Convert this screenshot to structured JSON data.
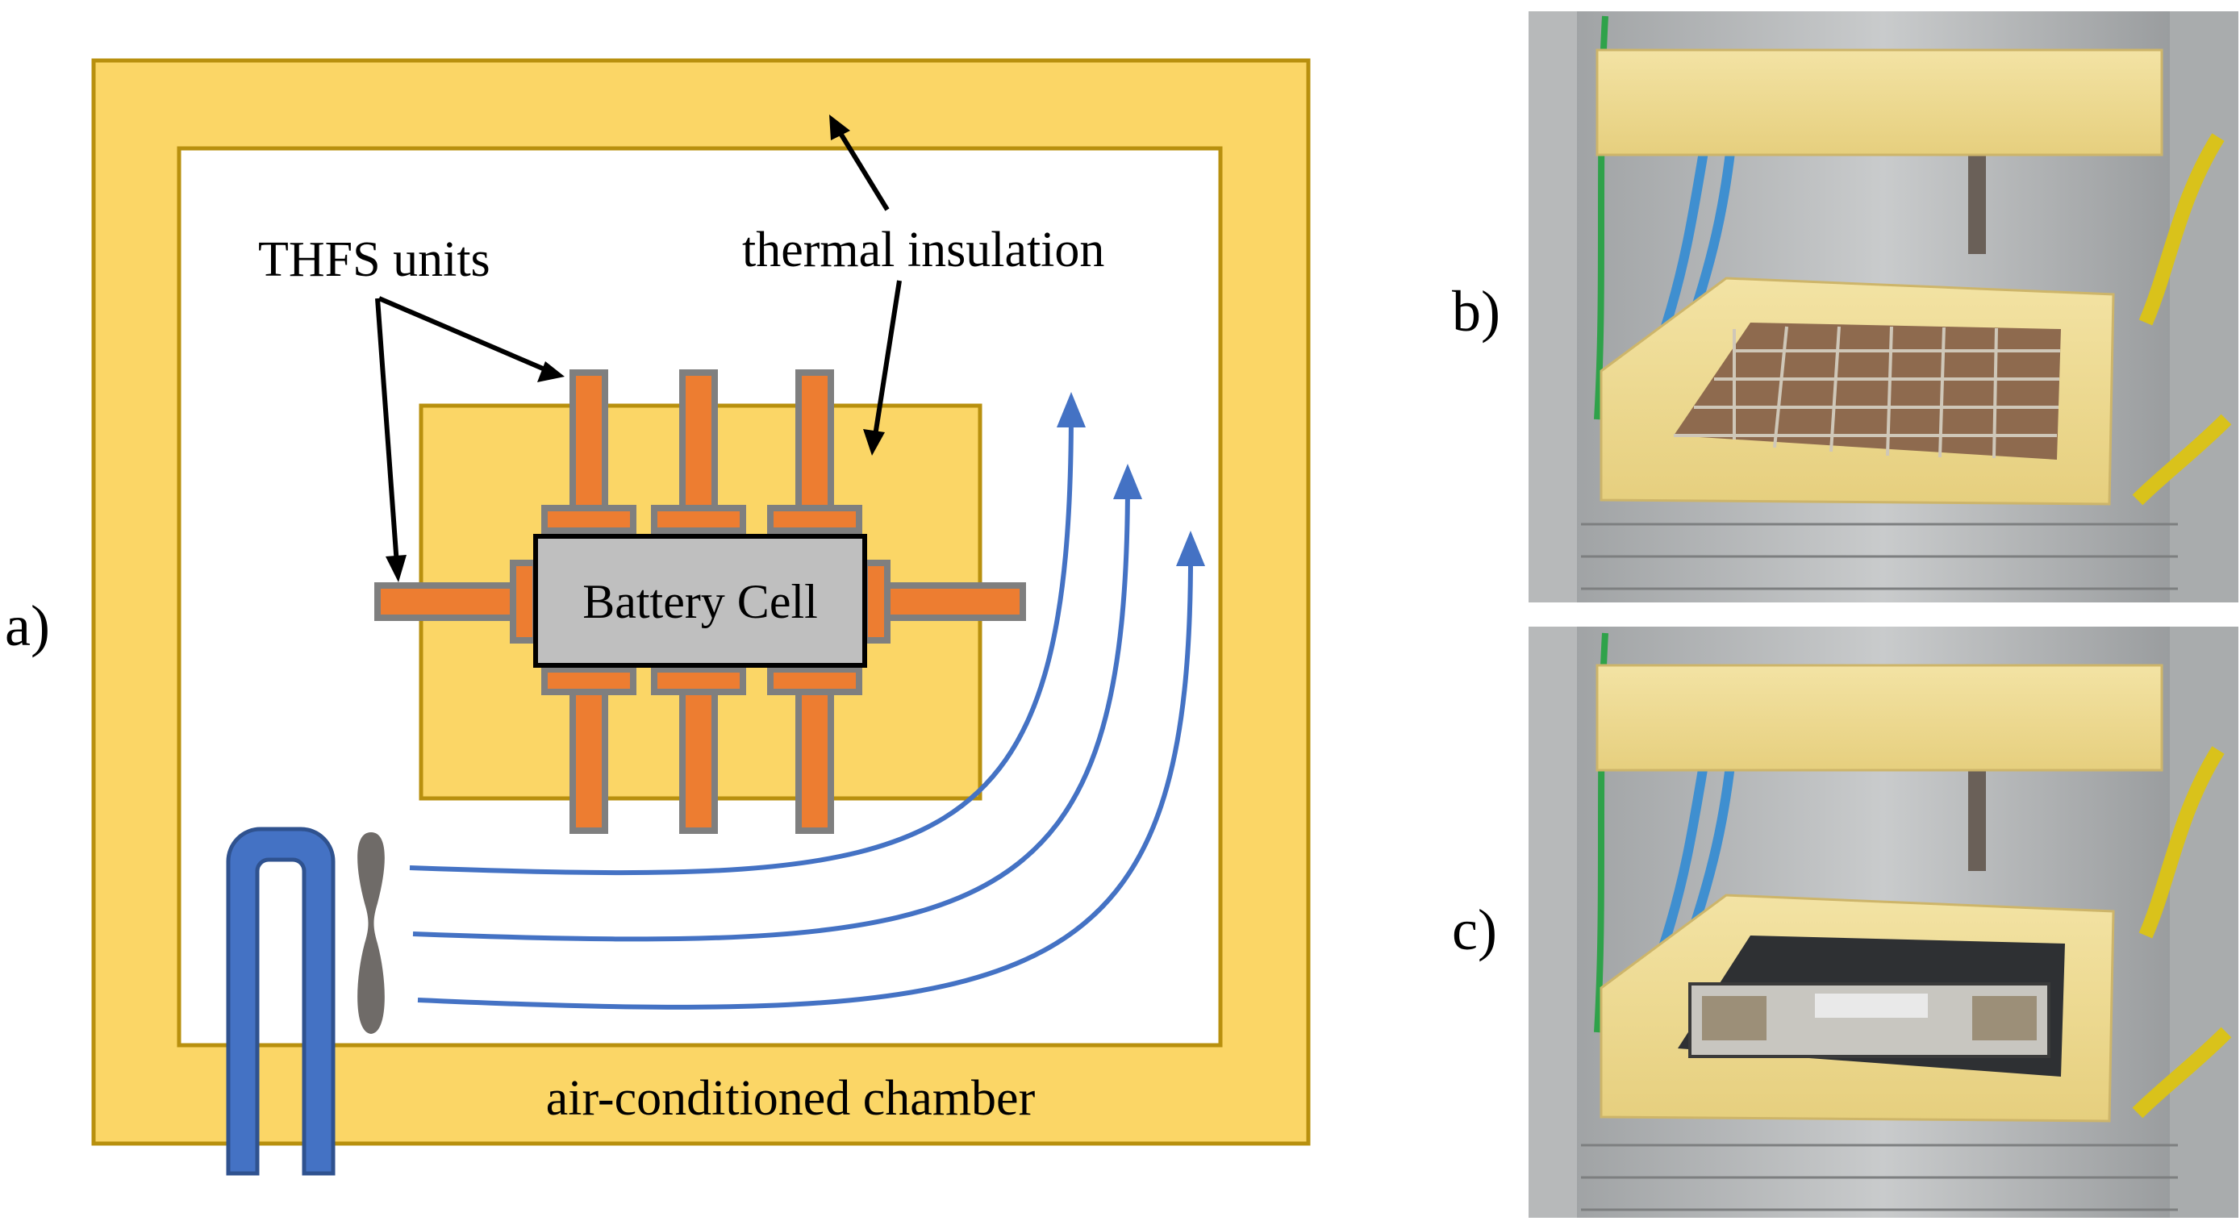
{
  "panels": {
    "a": "a)",
    "b": "b)",
    "c": "c)"
  },
  "diagram": {
    "chamber_label": "air-conditioned chamber",
    "insulation_label": "thermal insulation",
    "thfs_label": "THFS units",
    "battery_label": "Battery Cell"
  },
  "photo_b": {
    "alt": "Photo of test rig with THFS sensor grid inside insulated housing"
  },
  "photo_c": {
    "alt": "Photo of test rig with battery cell inside insulated housing"
  },
  "colors": {
    "insulation": "#FBD666",
    "insulation_border": "#B8900E",
    "thfs": "#ED7D31",
    "thfs_border": "#7F7F7F",
    "battery": "#BFBFBF",
    "airflow": "#4472C4",
    "heat_exchanger": "#4472C4",
    "fan": "#6F6B68"
  }
}
